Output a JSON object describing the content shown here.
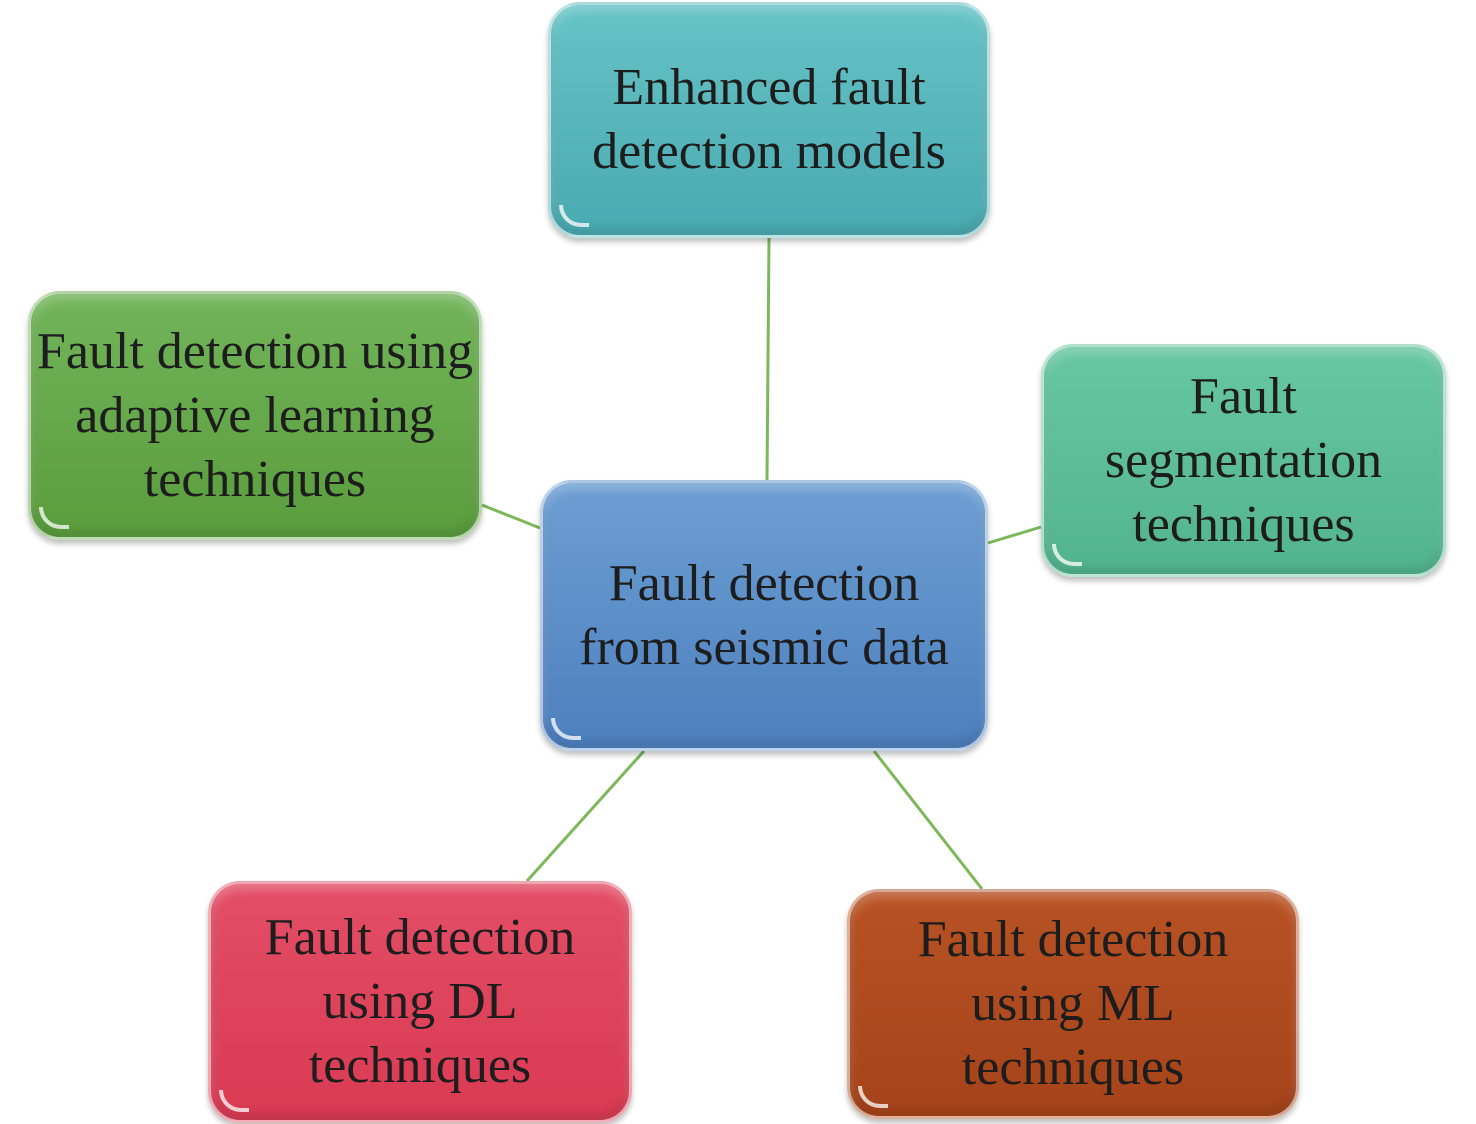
{
  "colors": {
    "connector": "#7bb85a",
    "top": "#58b6bb",
    "left": "#66a84a",
    "right": "#5cbd98",
    "center": "#5b8cc8",
    "bottom_left": "#de445b",
    "bottom_right": "#ad4a1f"
  },
  "nodes": {
    "center": {
      "text": "Fault detection\nfrom seismic data"
    },
    "top": {
      "text": "Enhanced fault\ndetection models"
    },
    "left": {
      "text": "Fault detection using\nadaptive learning\ntechniques"
    },
    "right": {
      "text": "Fault\nsegmentation\ntechniques"
    },
    "bottom_left": {
      "text": "Fault detection\nusing DL\ntechniques"
    },
    "bottom_right": {
      "text": "Fault detection\nusing ML\ntechniques"
    }
  }
}
